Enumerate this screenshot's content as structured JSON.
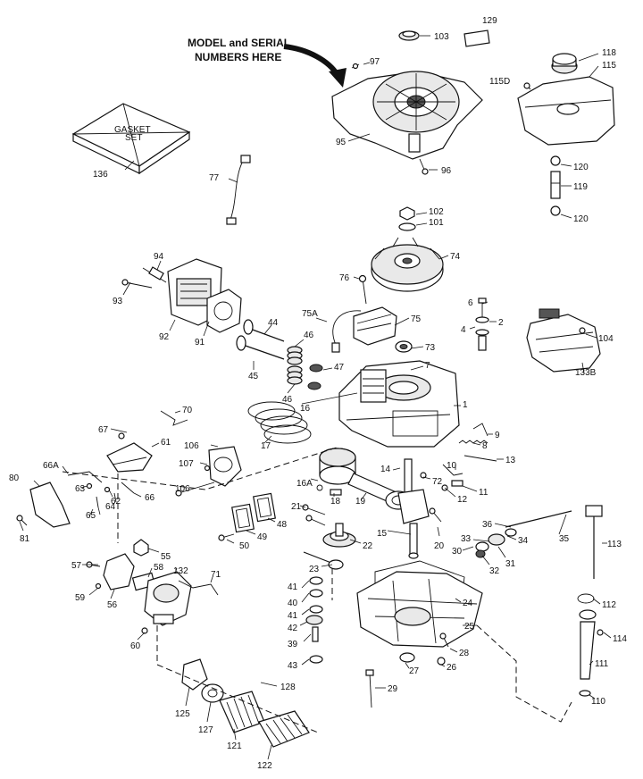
{
  "callout": {
    "line1": "MODEL and SERIAL",
    "line2": "NUMBERS HERE"
  },
  "gasket_box_text": {
    "line1": "GASKET",
    "line2": "SET"
  },
  "labels": [
    "129",
    "103",
    "97",
    "118",
    "115",
    "115D",
    "95",
    "96",
    "136",
    "120",
    "119",
    "120",
    "77",
    "102",
    "101",
    "74",
    "94",
    "93",
    "76",
    "6",
    "2",
    "4",
    "75A",
    "75",
    "104",
    "92",
    "91",
    "44",
    "46",
    "73",
    "7",
    "133B",
    "45",
    "47",
    "46",
    "16",
    "70",
    "1",
    "67",
    "61",
    "106",
    "17",
    "9",
    "66A",
    "107",
    "8",
    "80",
    "63",
    "62",
    "66",
    "64",
    "65",
    "13",
    "10",
    "11",
    "12",
    "14",
    "72",
    "16A",
    "106",
    "18",
    "19",
    "81",
    "21",
    "48",
    "49",
    "50",
    "22",
    "36",
    "33",
    "30",
    "34",
    "35",
    "31",
    "32",
    "113",
    "20",
    "15",
    "55",
    "23",
    "57",
    "58",
    "132",
    "71",
    "56",
    "59",
    "41",
    "40",
    "41",
    "42",
    "24",
    "112",
    "60",
    "25",
    "39",
    "28",
    "43",
    "114",
    "27",
    "26",
    "111",
    "128",
    "29",
    "110",
    "125",
    "127",
    "121",
    "122"
  ]
}
